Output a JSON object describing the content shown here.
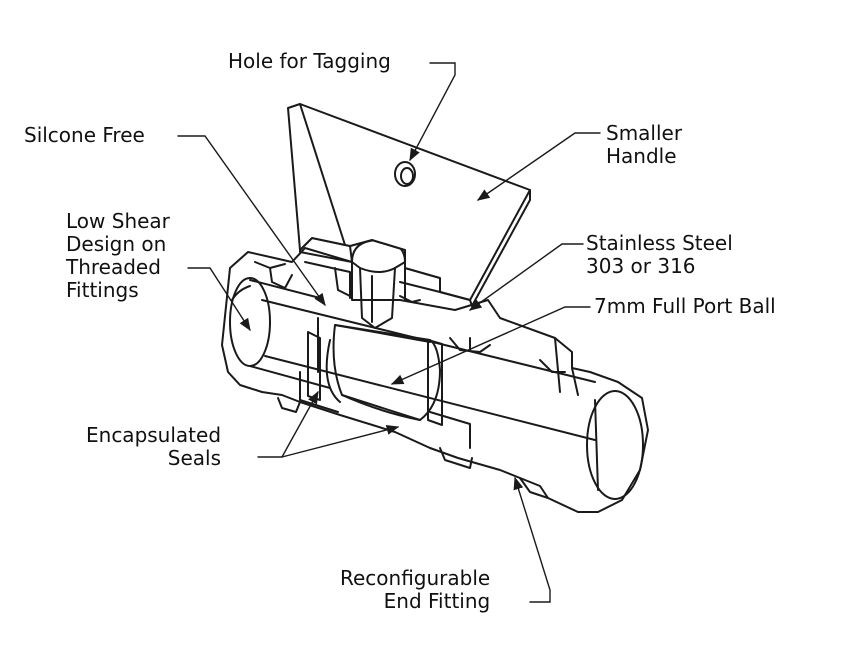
{
  "diagram": {
    "colors": {
      "ink": "#1a1a1a",
      "paper": "#ffffff",
      "shade": "#e9e9e9"
    },
    "labels": {
      "hole_for_tagging": "Hole for Tagging",
      "silicone_free": "Silcone Free",
      "smaller_handle": [
        "Smaller",
        "Handle"
      ],
      "low_shear": [
        "Low Shear",
        "Design on",
        "Threaded",
        "Fittings"
      ],
      "stainless_steel": [
        "Stainless Steel",
        "303 or 316"
      ],
      "full_port_ball": "7mm Full Port Ball",
      "encapsulated_seals": [
        "Encapsulated",
        "Seals"
      ],
      "reconfigurable_end_fitting": [
        "Reconfigurable",
        "End Fitting"
      ]
    }
  }
}
